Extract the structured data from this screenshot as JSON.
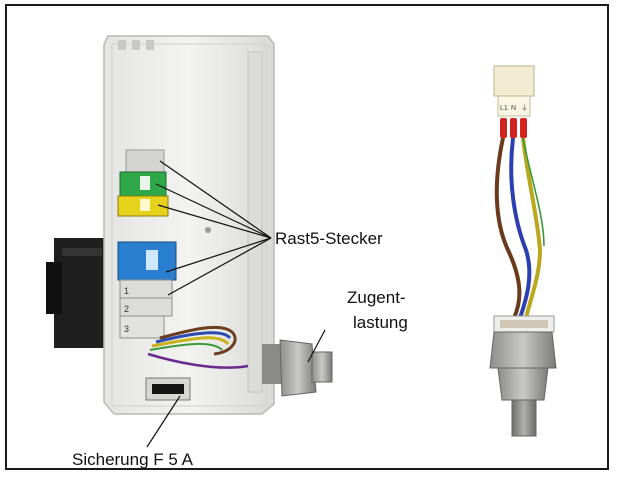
{
  "labels": {
    "rast5": "Rast5-Stecker",
    "zugent_line1": "Zugent-",
    "zugent_line2": "lastung",
    "sicherung": "Sicherung F 5 A"
  },
  "connector_marks": [
    "L1",
    "N",
    "⏚"
  ],
  "terminal_marks": [
    "1",
    "2",
    "3"
  ]
}
